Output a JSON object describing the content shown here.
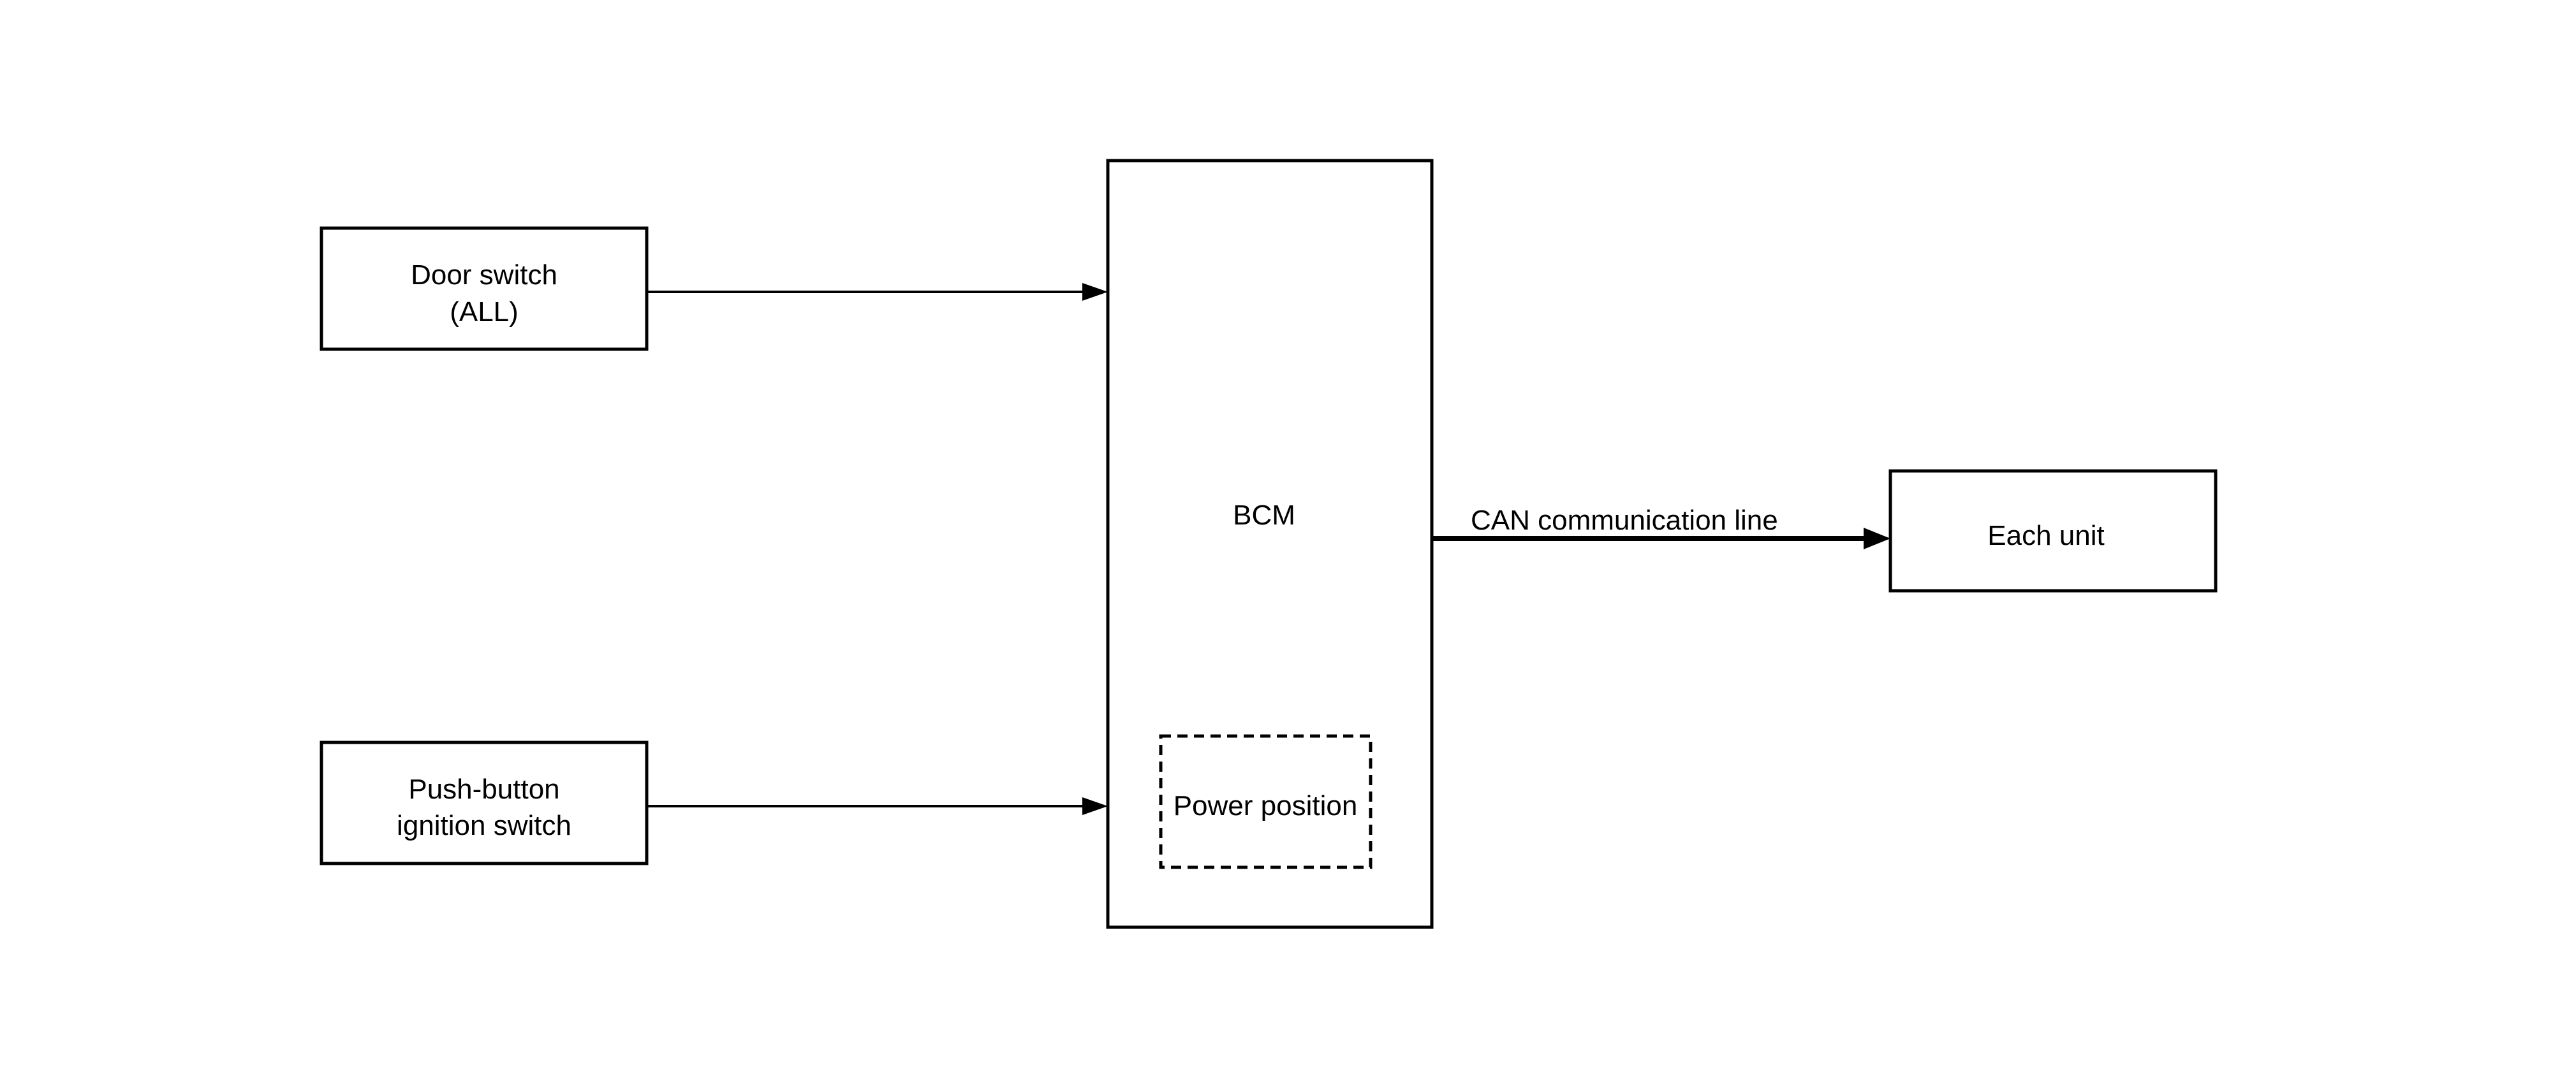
{
  "nodes": {
    "door_switch": {
      "line1": "Door switch",
      "line2": "(ALL)"
    },
    "push_button": {
      "line1": "Push-button",
      "line2": "ignition switch"
    },
    "bcm": {
      "label": "BCM"
    },
    "power_position": {
      "label": "Power position"
    },
    "each_unit": {
      "label": "Each unit"
    }
  },
  "edges": {
    "can_line": {
      "label": "CAN communication line"
    }
  }
}
